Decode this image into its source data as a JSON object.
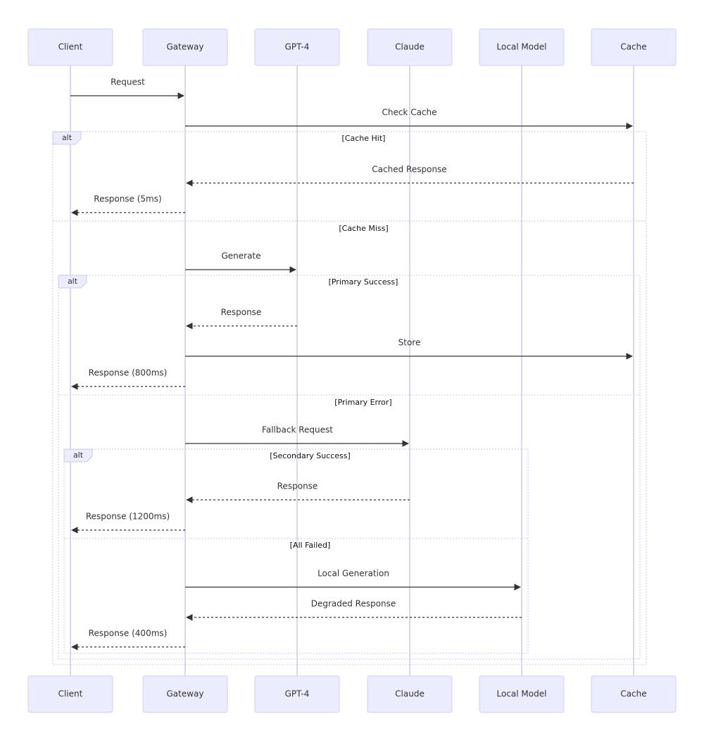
{
  "participants": [
    {
      "id": "client",
      "label": "Client"
    },
    {
      "id": "gateway",
      "label": "Gateway"
    },
    {
      "id": "gpt4",
      "label": "GPT-4"
    },
    {
      "id": "claude",
      "label": "Claude"
    },
    {
      "id": "local",
      "label": "Local Model"
    },
    {
      "id": "cache",
      "label": "Cache"
    }
  ],
  "messages": [
    {
      "from": "client",
      "to": "gateway",
      "label": "Request",
      "style": "solid"
    },
    {
      "from": "gateway",
      "to": "cache",
      "label": "Check Cache",
      "style": "solid"
    },
    {
      "from": "cache",
      "to": "gateway",
      "label": "Cached Response",
      "style": "dashed"
    },
    {
      "from": "gateway",
      "to": "client",
      "label": "Response (5ms)",
      "style": "dashed"
    },
    {
      "from": "gateway",
      "to": "gpt4",
      "label": "Generate",
      "style": "solid"
    },
    {
      "from": "gpt4",
      "to": "gateway",
      "label": "Response",
      "style": "dashed"
    },
    {
      "from": "gateway",
      "to": "cache",
      "label": "Store",
      "style": "solid"
    },
    {
      "from": "gateway",
      "to": "client",
      "label": "Response (800ms)",
      "style": "dashed"
    },
    {
      "from": "gateway",
      "to": "claude",
      "label": "Fallback Request",
      "style": "solid"
    },
    {
      "from": "claude",
      "to": "gateway",
      "label": "Response",
      "style": "dashed"
    },
    {
      "from": "gateway",
      "to": "client",
      "label": "Response (1200ms)",
      "style": "dashed"
    },
    {
      "from": "gateway",
      "to": "local",
      "label": "Local Generation",
      "style": "solid"
    },
    {
      "from": "local",
      "to": "gateway",
      "label": "Degraded Response",
      "style": "dashed"
    },
    {
      "from": "gateway",
      "to": "client",
      "label": "Response (400ms)",
      "style": "dashed"
    }
  ],
  "frames": [
    {
      "tag": "alt",
      "conditions": [
        "[Cache Hit]",
        "[Cache Miss]"
      ]
    },
    {
      "tag": "alt",
      "conditions": [
        "[Primary Success]",
        "[Primary Error]"
      ]
    },
    {
      "tag": "alt",
      "conditions": [
        "[Secondary Success]",
        "[All Failed]"
      ]
    }
  ]
}
